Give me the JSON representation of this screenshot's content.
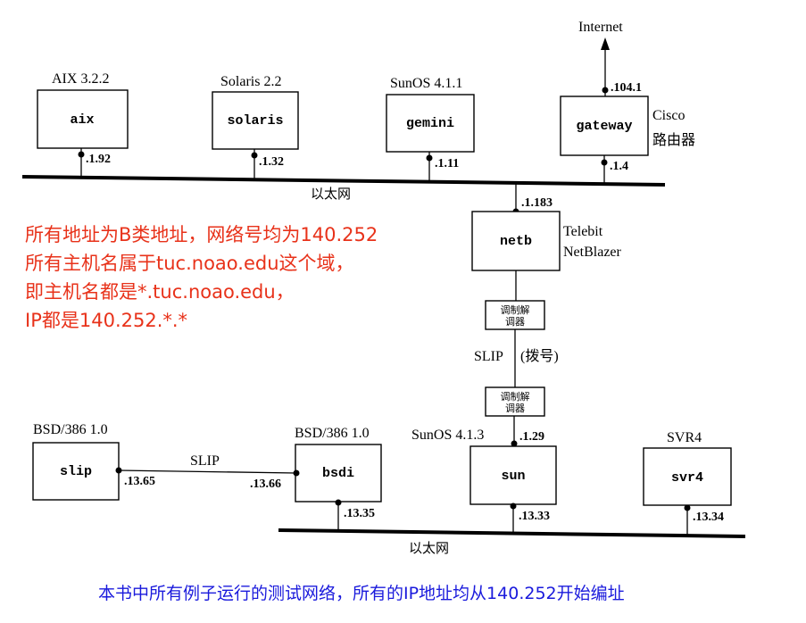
{
  "hosts": {
    "aix": {
      "name": "aix",
      "os": "AIX 3.2.2",
      "ip": ".1.92"
    },
    "solaris": {
      "name": "solaris",
      "os": "Solaris 2.2",
      "ip": ".1.32"
    },
    "gemini": {
      "name": "gemini",
      "os": "SunOS 4.1.1",
      "ip": ".1.11"
    },
    "gateway": {
      "name": "gateway",
      "os_line1": "Cisco",
      "os_line2": "路由器",
      "ip_top": ".104.1",
      "ip_bottom": ".1.4"
    },
    "netb": {
      "name": "netb",
      "os_line1": "Telebit",
      "os_line2": "NetBlazer",
      "ip_top": ".1.183"
    },
    "slip": {
      "name": "slip",
      "os": "BSD/386 1.0",
      "ip": ".13.65"
    },
    "bsdi": {
      "name": "bsdi",
      "os": "BSD/386 1.0",
      "ip_left": ".13.66",
      "ip_bottom": ".13.35"
    },
    "sun": {
      "name": "sun",
      "os": "SunOS 4.1.3",
      "ip_top": ".1.29",
      "ip_bottom": ".13.33"
    },
    "svr4": {
      "name": "svr4",
      "os": "SVR4",
      "ip": ".13.34"
    }
  },
  "internet_label": "Internet",
  "ethernet_top_label": "以太网",
  "ethernet_bottom_label": "以太网",
  "modem_top": {
    "line1": "调制解",
    "line2": "调器"
  },
  "modem_bottom": {
    "line1": "调制解",
    "line2": "调器"
  },
  "slip_dialup_label": "SLIP",
  "slip_dialup_note": "(拨号)",
  "slip_link_label": "SLIP",
  "notes": [
    "所有地址为B类地址，网络号均为140.252",
    "所有主机名属于tuc.noao.edu这个域，",
    "即主机名都是*.tuc.noao.edu，",
    "IP都是140.252.*.*"
  ],
  "caption": "本书中所有例子运行的测试网络，所有的IP地址均从140.252开始编址",
  "colors": {
    "note": "#e8321a",
    "caption": "#1a1adc",
    "line": "#000000"
  }
}
